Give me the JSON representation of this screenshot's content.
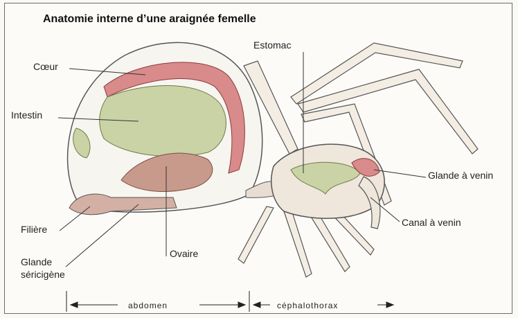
{
  "title": "Anatomie interne d’une araignée femelle",
  "labels": {
    "coeur": "Cœur",
    "intestin": "Intestin",
    "estomac": "Estomac",
    "glande_venin": "Glande à venin",
    "canal_venin": "Canal à venin",
    "filiere": "Filière",
    "glande_sericigene_1": "Glande",
    "glande_sericigene_2": "séricigène",
    "ovaire": "Ovaire"
  },
  "regions": {
    "abdomen": "abdomen",
    "cephalothorax": "céphalothorax"
  },
  "colors": {
    "heart": "#d98a8a",
    "intestine": "#c9d3a6",
    "ovary": "#c79a8c",
    "body_outline": "#555555",
    "legs": "#f4ede4"
  }
}
